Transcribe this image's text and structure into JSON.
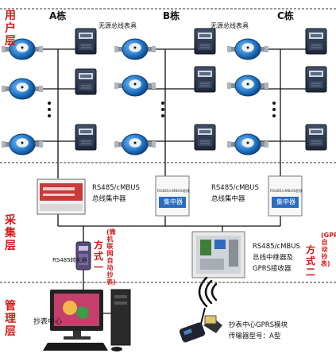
{
  "layers": {
    "user": "用户层",
    "collect": "采集层",
    "manage": "管理层"
  },
  "buildings": [
    "A栋",
    "B栋",
    "C栋"
  ],
  "meter_title": "无源总线表具",
  "concentrator": {
    "line1": "RS485/cMBUS",
    "line2": "总线集中器",
    "badge_small": "RS485/cMBUS总线",
    "badge": "集中器"
  },
  "converter": {
    "label": "RS485转化器"
  },
  "mode1": {
    "title": "方式一",
    "sub": "(微机联网自动抄表)"
  },
  "mode2": {
    "title": "方式二",
    "sub": "(GPRS自动抄表)"
  },
  "relay": {
    "line1": "RS485/cMBUS",
    "line2": "总线中继器及",
    "line3": "GPRS接收器"
  },
  "center": {
    "label": "抄表中心"
  },
  "gprs": {
    "line1": "抄表中心GPRS模块",
    "line2": "传输器型号：A型"
  },
  "colors": {
    "accent_red": "#d41a1a",
    "meter_blue": "#2a7fd0",
    "elec_meter": "#2a3550"
  },
  "icons": [
    "water-meter-icon",
    "electric-meter-icon",
    "concentrator-box-icon",
    "relay-cabinet-icon",
    "computer-icon",
    "gprs-module-icon",
    "signal-wave-icon"
  ]
}
